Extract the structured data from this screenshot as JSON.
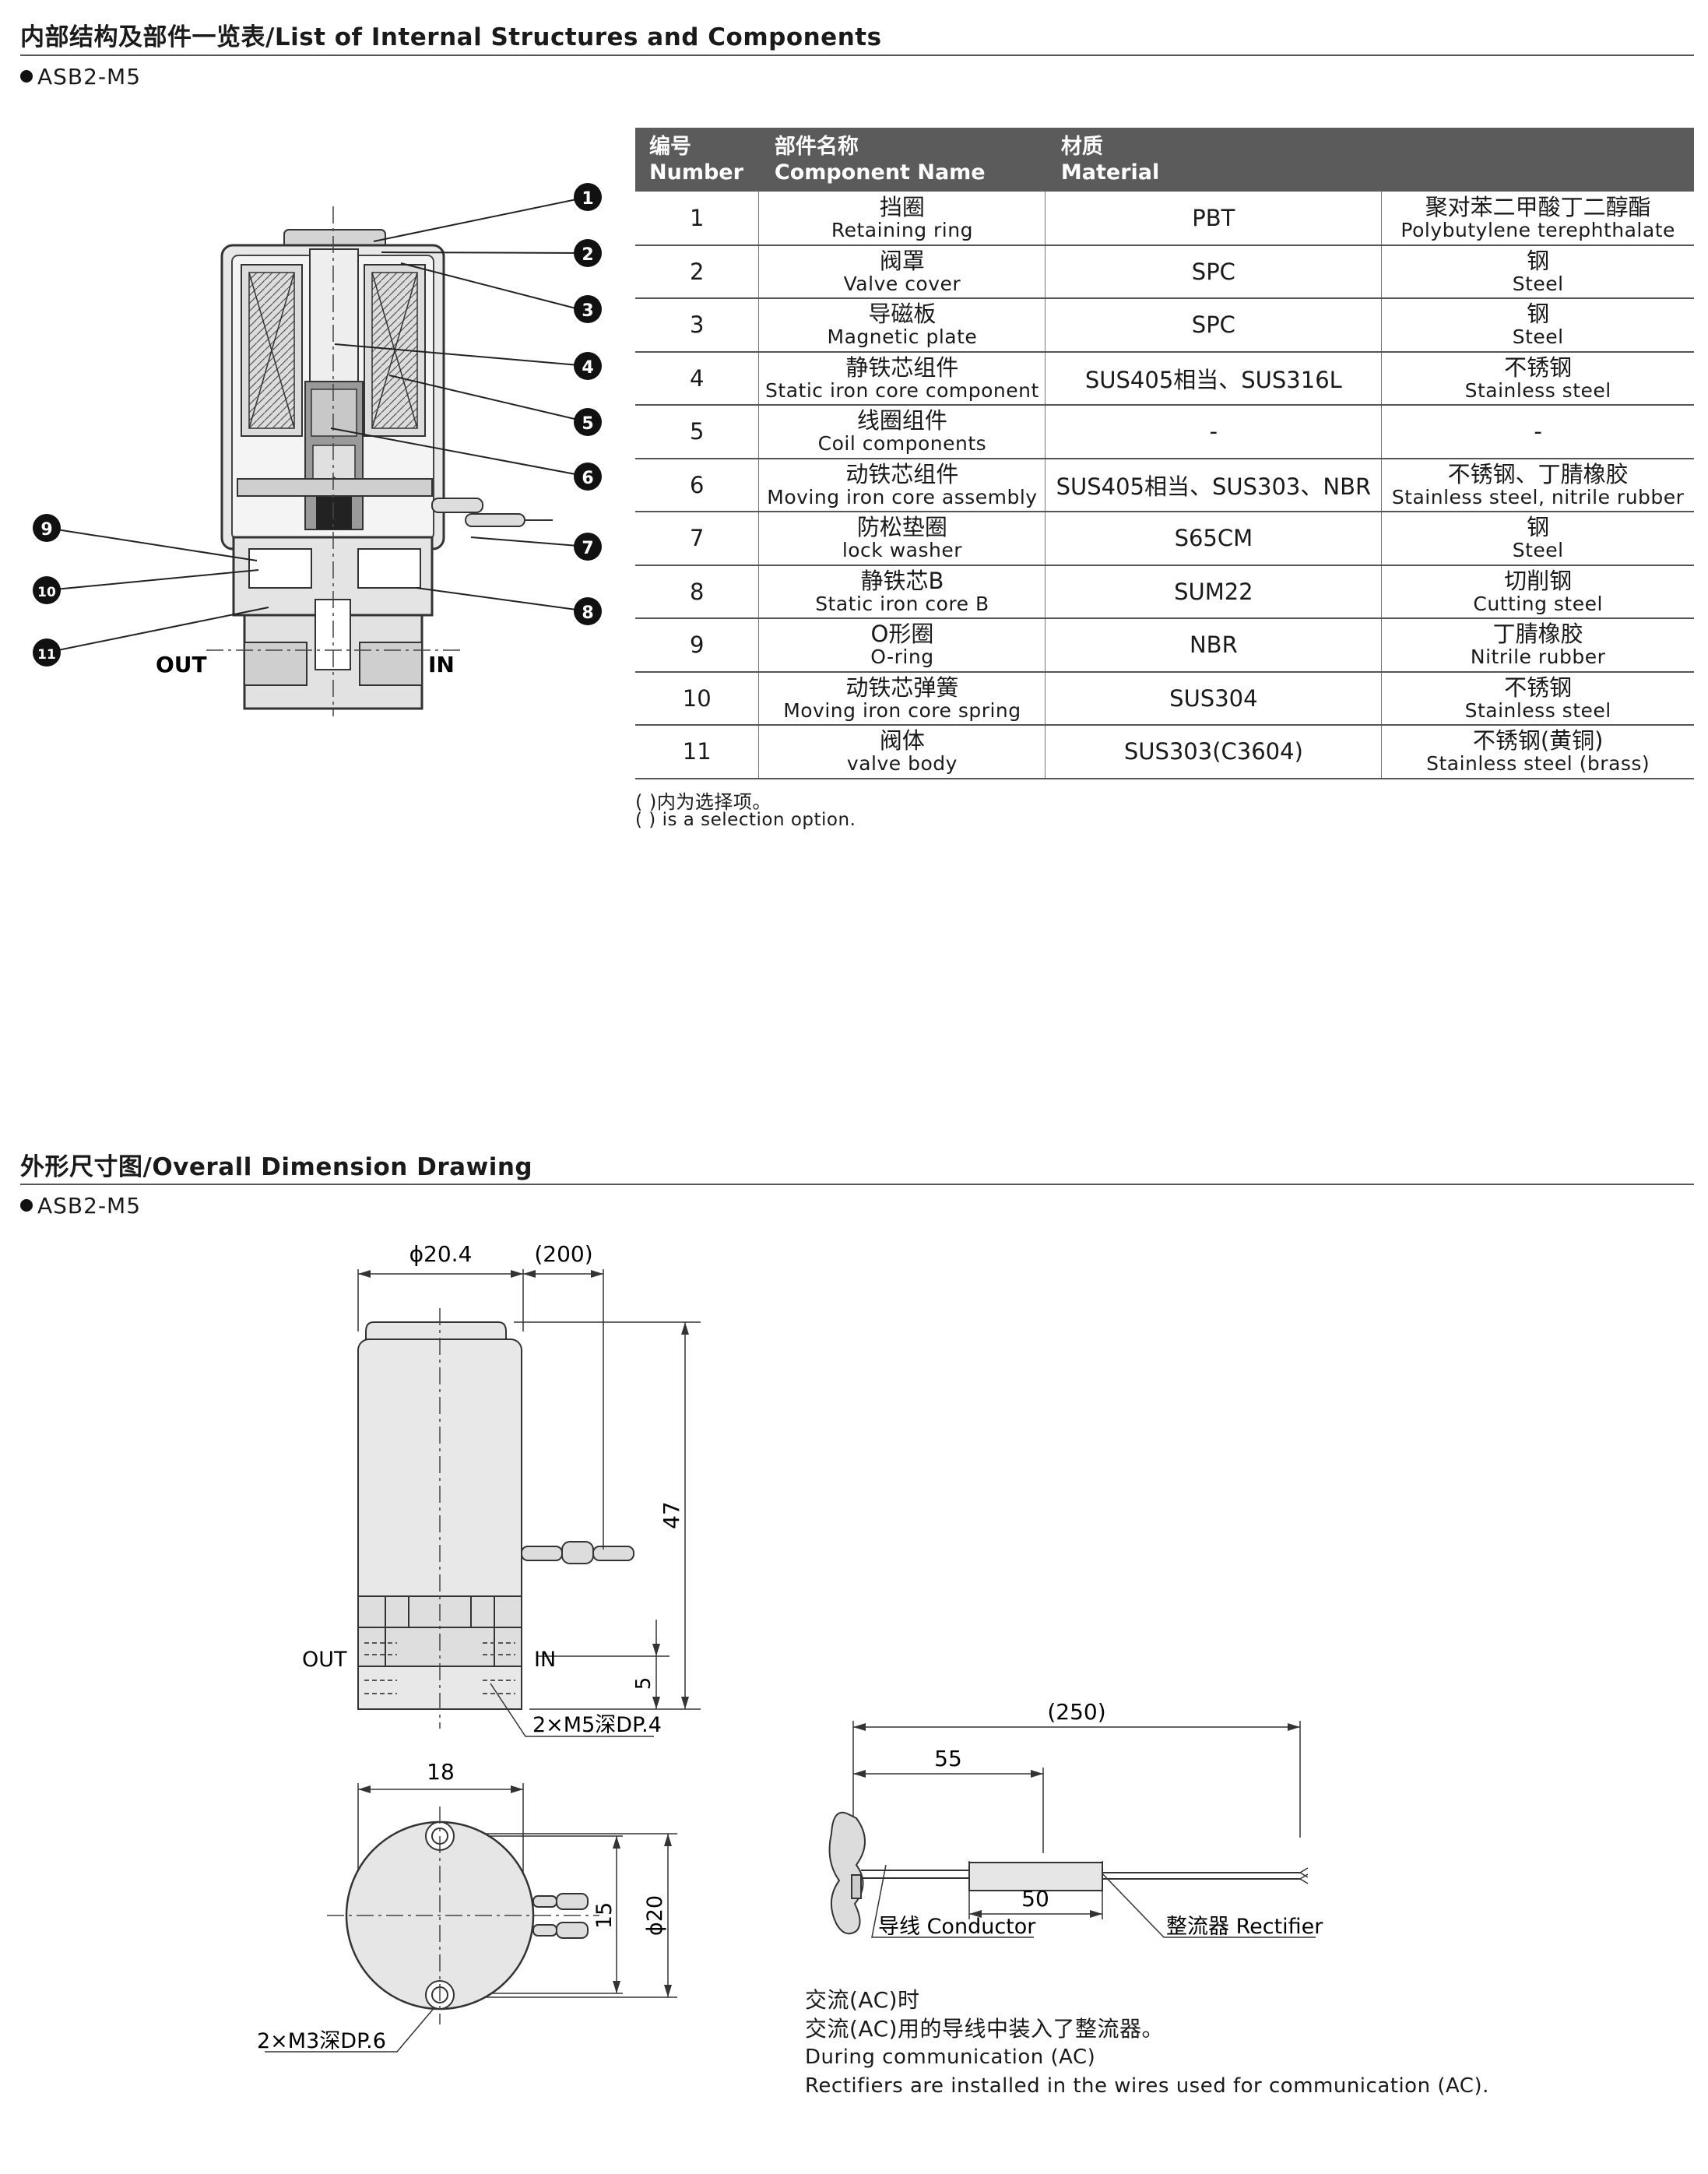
{
  "section1": {
    "title": "内部结构及部件一览表/List of Internal Structures and Components",
    "model": "ASB2-M5"
  },
  "table": {
    "headers": {
      "number_zh": "编号",
      "number_en": "Number",
      "component_zh": "部件名称",
      "component_en": "Component Name",
      "material_zh": "材质",
      "material_en": "Material"
    },
    "rows": [
      {
        "num": "1",
        "name_zh": "挡圈",
        "name_en": "Retaining ring",
        "code": "PBT",
        "mat_zh": "聚对苯二甲酸丁二醇酯",
        "mat_en": "Polybutylene terephthalate"
      },
      {
        "num": "2",
        "name_zh": "阀罩",
        "name_en": "Valve cover",
        "code": "SPC",
        "mat_zh": "钢",
        "mat_en": "Steel"
      },
      {
        "num": "3",
        "name_zh": "导磁板",
        "name_en": "Magnetic plate",
        "code": "SPC",
        "mat_zh": "钢",
        "mat_en": "Steel"
      },
      {
        "num": "4",
        "name_zh": "静铁芯组件",
        "name_en": "Static iron core component",
        "code": "SUS405相当、SUS316L",
        "mat_zh": "不锈钢",
        "mat_en": "Stainless steel"
      },
      {
        "num": "5",
        "name_zh": "线圈组件",
        "name_en": "Coil components",
        "code": "-",
        "mat_zh": "-",
        "mat_en": ""
      },
      {
        "num": "6",
        "name_zh": "动铁芯组件",
        "name_en": "Moving iron core assembly",
        "code": "SUS405相当、SUS303、NBR",
        "mat_zh": "不锈钢、丁腈橡胶",
        "mat_en": "Stainless steel, nitrile rubber"
      },
      {
        "num": "7",
        "name_zh": "防松垫圈",
        "name_en": "lock washer",
        "code": "S65CM",
        "mat_zh": "钢",
        "mat_en": "Steel"
      },
      {
        "num": "8",
        "name_zh": "静铁芯B",
        "name_en": "Static iron core B",
        "code": "SUM22",
        "mat_zh": "切削钢",
        "mat_en": "Cutting steel"
      },
      {
        "num": "9",
        "name_zh": "O形圈",
        "name_en": "O-ring",
        "code": "NBR",
        "mat_zh": "丁腈橡胶",
        "mat_en": "Nitrile rubber"
      },
      {
        "num": "10",
        "name_zh": "动铁芯弹簧",
        "name_en": "Moving iron core spring",
        "code": "SUS304",
        "mat_zh": "不锈钢",
        "mat_en": "Stainless steel"
      },
      {
        "num": "11",
        "name_zh": "阀体",
        "name_en": "valve body",
        "code": "SUS303(C3604)",
        "mat_zh": "不锈钢(黄铜)",
        "mat_en": "Stainless steel (brass)"
      }
    ],
    "note_zh": "( )内为选择项。",
    "note_en": "( ) is a selection option."
  },
  "cross_section": {
    "callouts": [
      "1",
      "2",
      "3",
      "4",
      "5",
      "6",
      "7",
      "8",
      "9",
      "10",
      "11"
    ],
    "port_out": "OUT",
    "port_in": "IN"
  },
  "section2": {
    "title": "外形尺寸图/Overall Dimension Drawing",
    "model": "ASB2-M5"
  },
  "dimensions": {
    "diameter_top": "ϕ20.4",
    "lead_length": "(200)",
    "height": "47",
    "port_height": "5",
    "port_out": "OUT",
    "port_in": "IN",
    "port_thread": "2×M5深DP.4",
    "width": "18",
    "pitch": "15",
    "diameter_bottom": "ϕ20",
    "mount_thread": "2×M3深DP.6",
    "wire_total": "(250)",
    "wire_55": "55",
    "wire_50": "50",
    "conductor": "导线 Conductor",
    "rectifier": "整流器 Rectifier"
  },
  "ac_caption": {
    "line1": "交流(AC)时",
    "line2": "交流(AC)用的导线中装入了整流器。",
    "line3": "During communication (AC)",
    "line4": "Rectifiers are installed in the wires used for communication (AC)."
  }
}
